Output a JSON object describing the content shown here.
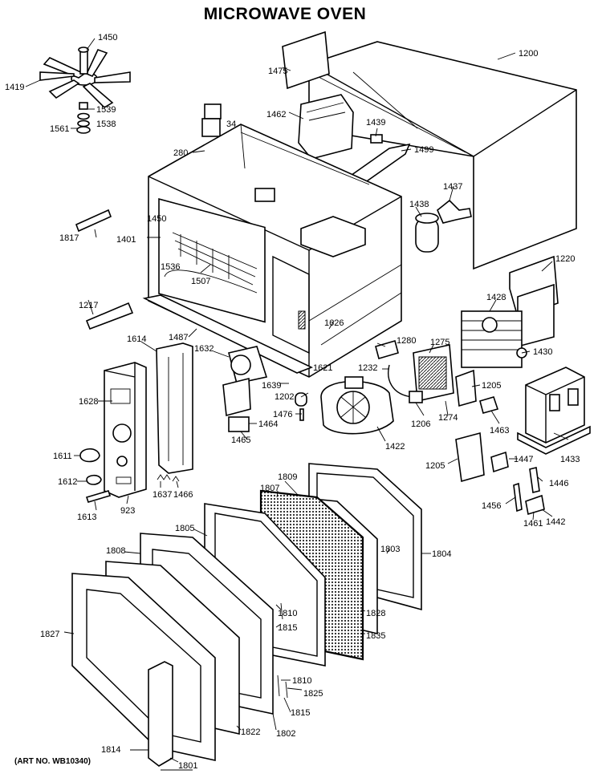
{
  "title": "MICROWAVE OVEN",
  "art_no": "(ART NO. WB10340)",
  "callouts": [
    {
      "id": "c1450a",
      "text": "1450"
    },
    {
      "id": "c1419",
      "text": "1419"
    },
    {
      "id": "c1539",
      "text": "1539"
    },
    {
      "id": "c1538",
      "text": "1538"
    },
    {
      "id": "c1561",
      "text": "1561"
    },
    {
      "id": "c1475",
      "text": "1475"
    },
    {
      "id": "c1200",
      "text": "1200"
    },
    {
      "id": "c1462",
      "text": "1462"
    },
    {
      "id": "c1439",
      "text": "1439"
    },
    {
      "id": "c1499",
      "text": "1499"
    },
    {
      "id": "c34",
      "text": "34"
    },
    {
      "id": "c280",
      "text": "280"
    },
    {
      "id": "c1437",
      "text": "1437"
    },
    {
      "id": "c1438",
      "text": "1438"
    },
    {
      "id": "c1817",
      "text": "1817"
    },
    {
      "id": "c1450b",
      "text": "1450"
    },
    {
      "id": "c1401",
      "text": "1401"
    },
    {
      "id": "c1536",
      "text": "1536"
    },
    {
      "id": "c1507",
      "text": "1507"
    },
    {
      "id": "c1220",
      "text": "1220"
    },
    {
      "id": "c1428",
      "text": "1428"
    },
    {
      "id": "c1217",
      "text": "1217"
    },
    {
      "id": "c1487",
      "text": "1487"
    },
    {
      "id": "c1626",
      "text": "1626"
    },
    {
      "id": "c1614",
      "text": "1614"
    },
    {
      "id": "c1632",
      "text": "1632"
    },
    {
      "id": "c1280",
      "text": "1280"
    },
    {
      "id": "c1275",
      "text": "1275"
    },
    {
      "id": "c1430",
      "text": "1430"
    },
    {
      "id": "c1232",
      "text": "1232"
    },
    {
      "id": "c1621",
      "text": "1621"
    },
    {
      "id": "c1628",
      "text": "1628"
    },
    {
      "id": "c1639",
      "text": "1639"
    },
    {
      "id": "c1202",
      "text": "1202"
    },
    {
      "id": "c1205a",
      "text": "1205"
    },
    {
      "id": "c1476",
      "text": "1476"
    },
    {
      "id": "c1464",
      "text": "1464"
    },
    {
      "id": "c1206",
      "text": "1206"
    },
    {
      "id": "c1274",
      "text": "1274"
    },
    {
      "id": "c1463",
      "text": "1463"
    },
    {
      "id": "c1433",
      "text": "1433"
    },
    {
      "id": "c1465",
      "text": "1465"
    },
    {
      "id": "c1422",
      "text": "1422"
    },
    {
      "id": "c1611",
      "text": "1611"
    },
    {
      "id": "c1205b",
      "text": "1205"
    },
    {
      "id": "c1447",
      "text": "1447"
    },
    {
      "id": "c1612",
      "text": "1612"
    },
    {
      "id": "c1637",
      "text": "1637"
    },
    {
      "id": "c1466",
      "text": "1466"
    },
    {
      "id": "c1446",
      "text": "1446"
    },
    {
      "id": "c1613",
      "text": "1613"
    },
    {
      "id": "c923",
      "text": "923"
    },
    {
      "id": "c1809",
      "text": "1809"
    },
    {
      "id": "c1807",
      "text": "1807"
    },
    {
      "id": "c1456",
      "text": "1456"
    },
    {
      "id": "c1461",
      "text": "1461"
    },
    {
      "id": "c1442",
      "text": "1442"
    },
    {
      "id": "c1805",
      "text": "1805"
    },
    {
      "id": "c1803",
      "text": "1803"
    },
    {
      "id": "c1804",
      "text": "1804"
    },
    {
      "id": "c1808",
      "text": "1808"
    },
    {
      "id": "c1810a",
      "text": "1810"
    },
    {
      "id": "c1815a",
      "text": "1815"
    },
    {
      "id": "c1828",
      "text": "1828"
    },
    {
      "id": "c1835",
      "text": "1835"
    },
    {
      "id": "c1827",
      "text": "1827"
    },
    {
      "id": "c1810b",
      "text": "1810"
    },
    {
      "id": "c1825",
      "text": "1825"
    },
    {
      "id": "c1815b",
      "text": "1815"
    },
    {
      "id": "c1822",
      "text": "1822"
    },
    {
      "id": "c1802",
      "text": "1802"
    },
    {
      "id": "c1814",
      "text": "1814"
    },
    {
      "id": "c1801",
      "text": "1801"
    }
  ]
}
